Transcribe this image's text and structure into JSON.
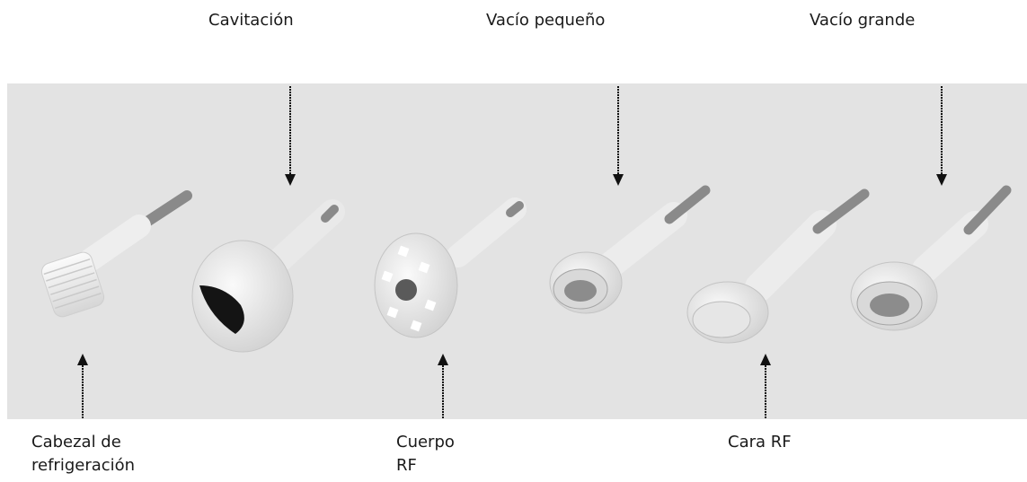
{
  "labels": {
    "cavitacion": "Cavitación",
    "vacio_pequeno": "Vacío pequeño",
    "vacio_grande": "Vacío grande",
    "cabezal_line1": "Cabezal de",
    "cabezal_line2": "refrigeración",
    "cuerpo_line1": "Cuerpo",
    "cuerpo_line2": "RF",
    "cara_rf": "Cara RF"
  },
  "colors": {
    "background_panel": "#e3e3e3",
    "handpiece_body": "#f4f4f4",
    "handpiece_shadow": "#c8c8c8",
    "cable": "#7a7a7a",
    "arrow": "#111111"
  }
}
